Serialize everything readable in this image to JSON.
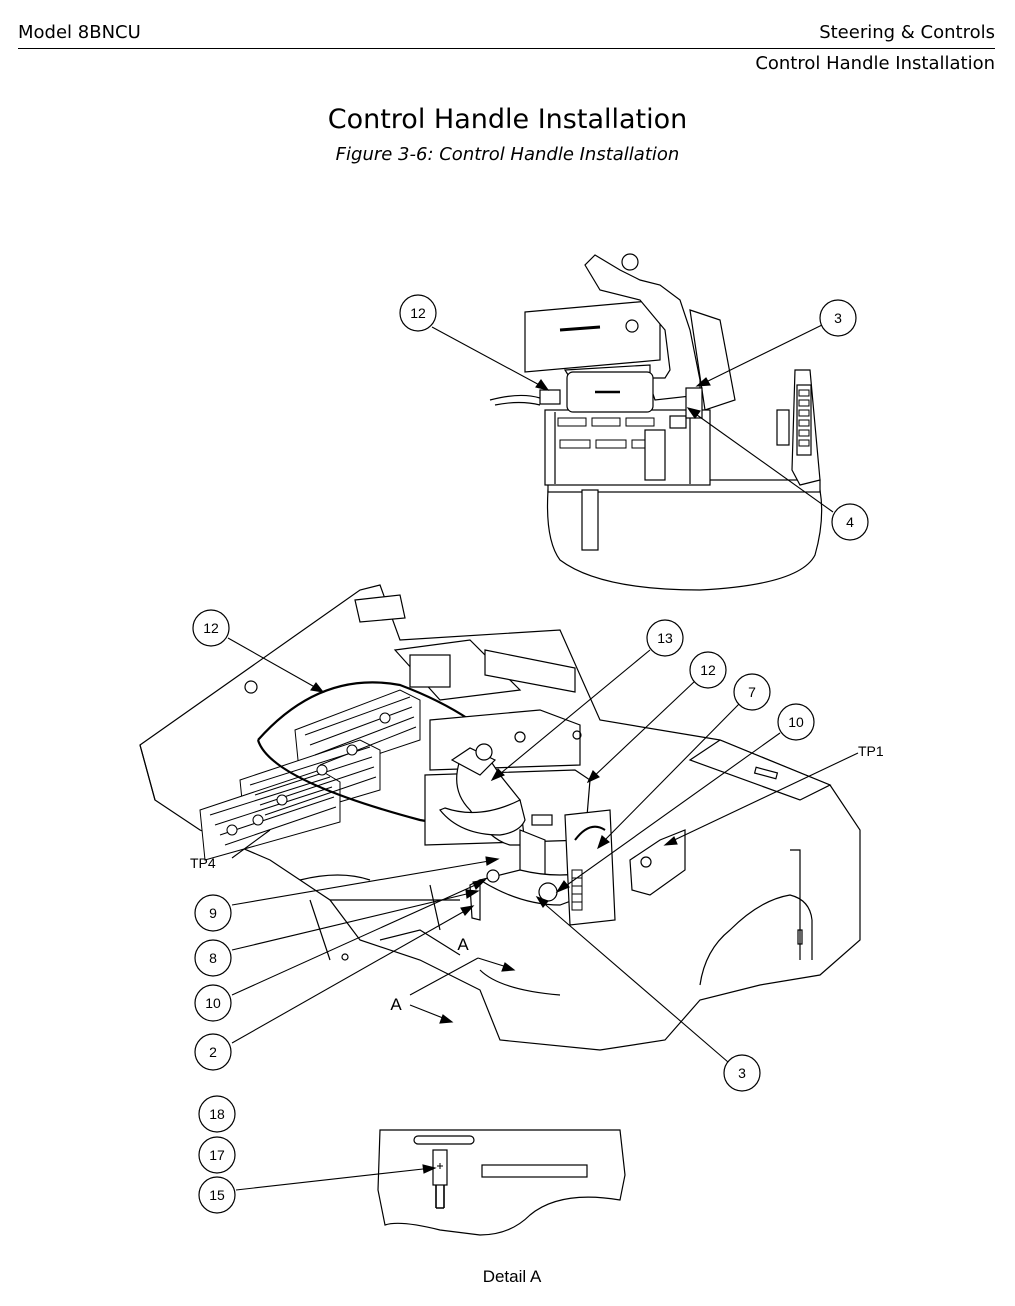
{
  "header": {
    "model": "Model 8BNCU",
    "section": "Steering & Controls",
    "subsection": "Control Handle Installation"
  },
  "title": "Control Handle Installation",
  "caption": "Figure 3-6: Control Handle Installation",
  "callouts": {
    "top": [
      "12",
      "3",
      "4"
    ],
    "main": [
      "12",
      "13",
      "12",
      "7",
      "10",
      "9",
      "8",
      "10",
      "2",
      "3"
    ],
    "detail": [
      "18",
      "17",
      "15"
    ]
  },
  "labels": {
    "tp1": "TP1",
    "tp4": "TP4",
    "section_a_upper": "A",
    "section_a_lower": "A",
    "detail_a": "Detail A"
  }
}
